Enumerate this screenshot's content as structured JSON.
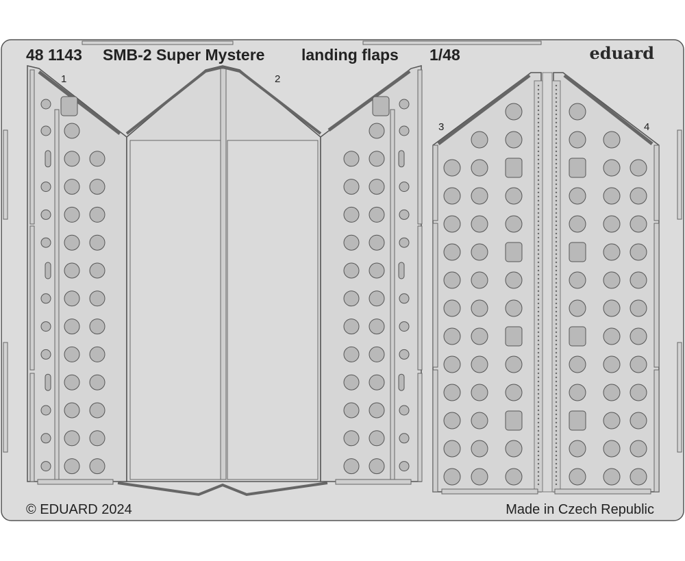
{
  "header": {
    "catalog_number": "48 1143",
    "title": "SMB-2 Super Mystere",
    "subject": "landing flaps",
    "scale": "1/48",
    "brand": "eduard"
  },
  "part_numbers": [
    "1",
    "2",
    "3",
    "4"
  ],
  "footer": {
    "copyright": "© EDUARD 2024",
    "origin": "Made in Czech Republic"
  },
  "colors": {
    "background": "#ffffff",
    "fret": "#dcdcdc",
    "edge": "#555555",
    "hole": "#b9b9b9"
  }
}
